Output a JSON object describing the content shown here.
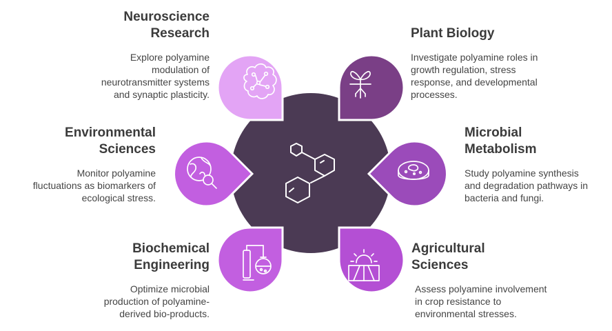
{
  "colors": {
    "center": "#4b3a54",
    "light_lavender": "#e3a4f5",
    "dark_purple": "#7a3f86",
    "medium_purple": "#9b4bba",
    "violet": "#c25fe0",
    "violet_2": "#b44fd4",
    "stroke_light": "#ffffff",
    "stroke_dark": "#5a3d63"
  },
  "items": [
    {
      "id": "neuroscience",
      "title_lines": [
        "Neuroscience",
        "Research"
      ],
      "desc_lines": [
        "Explore polyamine",
        "modulation of",
        "neurotransmitter systems",
        "and synaptic plasticity."
      ],
      "icon": "brain-icon"
    },
    {
      "id": "plant-biology",
      "title_lines": [
        "Plant Biology"
      ],
      "desc_lines": [
        "Investigate polyamine roles in",
        "growth regulation, stress",
        "response, and developmental",
        "processes."
      ],
      "icon": "sprout-icon"
    },
    {
      "id": "environmental",
      "title_lines": [
        "Environmental",
        "Sciences"
      ],
      "desc_lines": [
        "Monitor polyamine",
        "fluctuations as biomarkers of",
        "ecological stress."
      ],
      "icon": "globe-search-icon"
    },
    {
      "id": "microbial",
      "title_lines": [
        "Microbial",
        "Metabolism"
      ],
      "desc_lines": [
        "Study polyamine synthesis",
        "and degradation pathways in",
        "bacteria and fungi."
      ],
      "icon": "petri-dish-icon"
    },
    {
      "id": "biochemical",
      "title_lines": [
        "Biochemical",
        "Engineering"
      ],
      "desc_lines": [
        "Optimize microbial",
        "production of polyamine-",
        "derived bio-products."
      ],
      "icon": "lab-flask-icon"
    },
    {
      "id": "agricultural",
      "title_lines": [
        "Agricultural",
        "Sciences"
      ],
      "desc_lines": [
        "Assess polyamine involvement",
        "in crop resistance to",
        "environmental stresses."
      ],
      "icon": "sunrise-field-icon"
    }
  ],
  "center_icon": "molecule-icon"
}
